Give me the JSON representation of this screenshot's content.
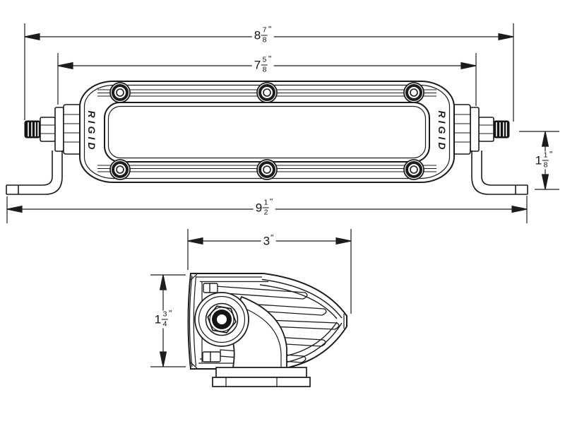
{
  "drawing": {
    "brand": "RIGID",
    "front_view": {
      "logo_left": "RIGID",
      "logo_right": "RIGID",
      "dim_overall_with_studs": {
        "whole": "8",
        "num": "7",
        "den": "8",
        "unit": "\""
      },
      "dim_body_width": {
        "whole": "7",
        "num": "5",
        "den": "8",
        "unit": "\""
      },
      "dim_overall_with_brackets": {
        "whole": "9",
        "num": "1",
        "den": "2",
        "unit": "\""
      },
      "dim_mount_height": {
        "whole": "1",
        "num": "1",
        "den": "8",
        "unit": "\""
      }
    },
    "side_view": {
      "dim_depth": {
        "whole": "3",
        "unit": "\""
      },
      "dim_height": {
        "whole": "1",
        "num": "3",
        "den": "4",
        "unit": "\""
      }
    }
  },
  "colors": {
    "line": "#1c1c1c",
    "background": "#ffffff",
    "fill_dark": "#141414"
  }
}
